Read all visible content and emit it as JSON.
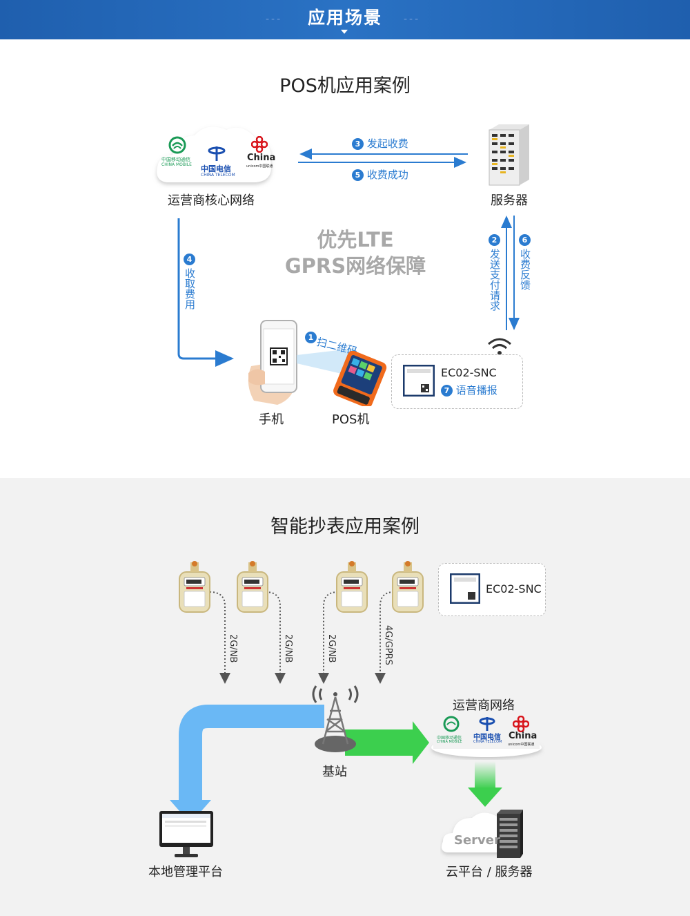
{
  "banner": {
    "title": "应用场景",
    "dash_left": "---",
    "dash_right": "---"
  },
  "pos_case": {
    "title": "POS机应用案例",
    "operator_label": "运营商核心网络",
    "server_label": "服务器",
    "phone_label": "手机",
    "pos_label": "POS机",
    "watermark_line1": "优先LTE",
    "watermark_line2": "GPRS网络保障",
    "module_name": "EC02-SNC",
    "carriers": {
      "mobile": "中国移动通信",
      "mobile_en": "CHINA MOBILE",
      "telecom": "中国电信",
      "telecom_en": "CHINA TELECOM",
      "unicom": "China",
      "unicom_sub": "unicom中国联通"
    },
    "steps": [
      {
        "num": "1",
        "text": "扫二维码"
      },
      {
        "num": "2",
        "text": "发送支付请求"
      },
      {
        "num": "3",
        "text": "发起收费"
      },
      {
        "num": "4",
        "text": "收取费用"
      },
      {
        "num": "5",
        "text": "收费成功"
      },
      {
        "num": "6",
        "text": "收费反馈"
      },
      {
        "num": "7",
        "text": "语音播报"
      }
    ]
  },
  "meter_case": {
    "title": "智能抄表应用案例",
    "module_name": "EC02-SNC",
    "links": [
      "2G/NB",
      "2G/NB",
      "2G/NB",
      "4G/GPRS"
    ],
    "base_station_label": "基站",
    "operator_label": "运营商网络",
    "local_platform_label": "本地管理平台",
    "cloud_label": "云平台 / 服务器",
    "server_word": "Server",
    "carriers": {
      "mobile": "中国移动通信",
      "mobile_en": "CHINA MOBILE",
      "telecom": "中国电信",
      "telecom_en": "CHINA TELECOM",
      "unicom": "China",
      "unicom_sub": "unicom中国联通"
    }
  },
  "colors": {
    "banner": "#2a72c4",
    "accent_blue": "#2a7bd0",
    "arrow_light_blue": "#6ab8f5",
    "arrow_green": "#3ccf4e",
    "section_bg": "#f2f2f2"
  }
}
